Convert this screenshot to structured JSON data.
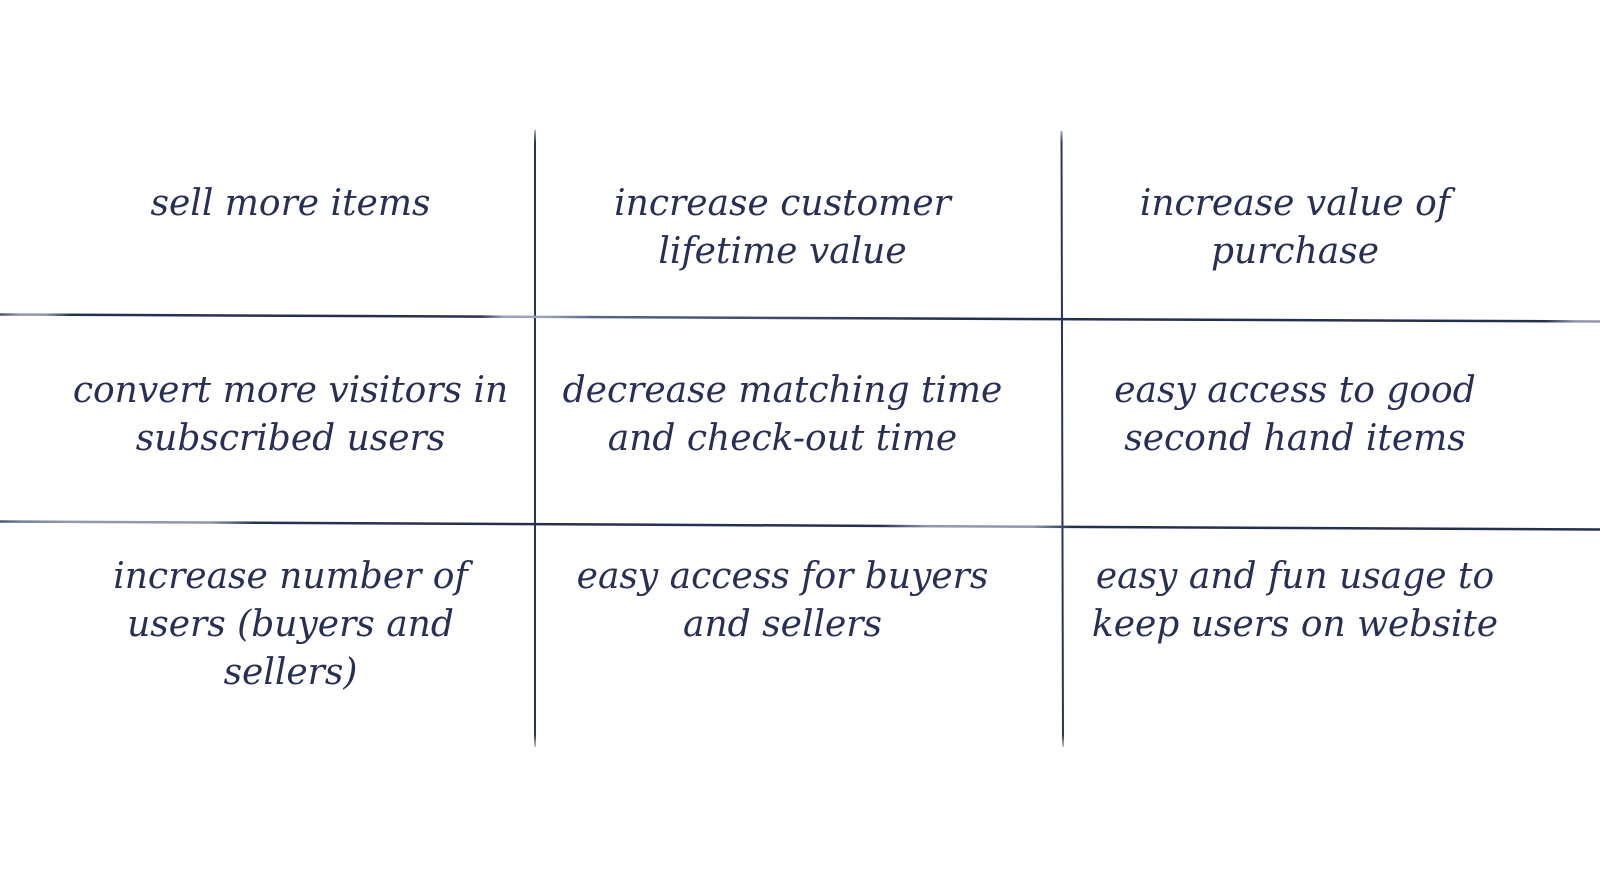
{
  "page": {
    "background_color": "#ffffff",
    "text_color": "#272f55",
    "line_color_dark": "#24304f",
    "line_color_light": "#8e99b0"
  },
  "cells": {
    "r1c1": {
      "text": "sell more items"
    },
    "r1c2": {
      "text": "increase customer\nlifetime value"
    },
    "r1c3": {
      "text": "increase value of\npurchase"
    },
    "r2c1": {
      "text": "convert more visitors in\nsubscribed users"
    },
    "r2c2": {
      "text": "decrease matching time\nand check-out time"
    },
    "r2c3": {
      "text": "easy access to good\nsecond hand items"
    },
    "r3c1": {
      "text": "increase number of\nusers (buyers and\nsellers)"
    },
    "r3c2": {
      "text": "easy access for buyers\nand sellers"
    },
    "r3c3": {
      "text": "easy and fun usage to\nkeep users on website"
    }
  }
}
